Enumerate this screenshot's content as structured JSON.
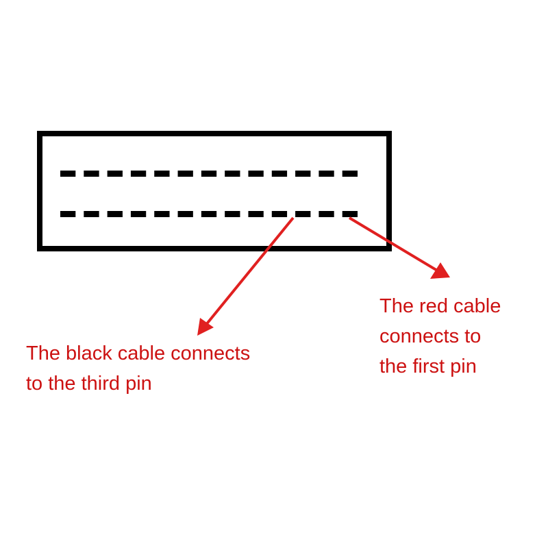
{
  "colors": {
    "background": "#ffffff",
    "outline": "#000000",
    "pin": "#000000",
    "arrow": "#e02020",
    "label_text": "#cc1111"
  },
  "connector": {
    "rows": 2,
    "pins_per_row": 13
  },
  "labels": {
    "black_cable": {
      "line1": "The black cable connects",
      "line2": "to the third pin"
    },
    "red_cable": {
      "line1": "The red cable",
      "line2": "connects to",
      "line3": "the first pin"
    }
  }
}
